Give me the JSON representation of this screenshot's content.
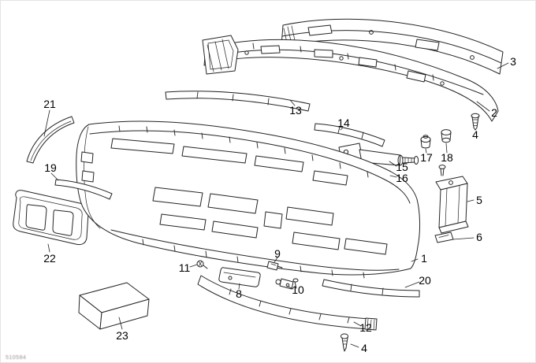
{
  "colors": {
    "background": "#ffffff",
    "line": "#242424",
    "label": "#000000"
  },
  "diagram": {
    "corner_code": "510584",
    "callouts": [
      {
        "label": "1"
      },
      {
        "label": "2"
      },
      {
        "label": "3"
      },
      {
        "label": "4"
      },
      {
        "label": "4"
      },
      {
        "label": "5"
      },
      {
        "label": "6"
      },
      {
        "label": "8"
      },
      {
        "label": "9"
      },
      {
        "label": "10"
      },
      {
        "label": "11"
      },
      {
        "label": "12"
      },
      {
        "label": "13"
      },
      {
        "label": "14"
      },
      {
        "label": "15"
      },
      {
        "label": "16"
      },
      {
        "label": "17"
      },
      {
        "label": "18"
      },
      {
        "label": "19"
      },
      {
        "label": "20"
      },
      {
        "label": "21"
      },
      {
        "label": "22"
      },
      {
        "label": "23"
      }
    ]
  }
}
